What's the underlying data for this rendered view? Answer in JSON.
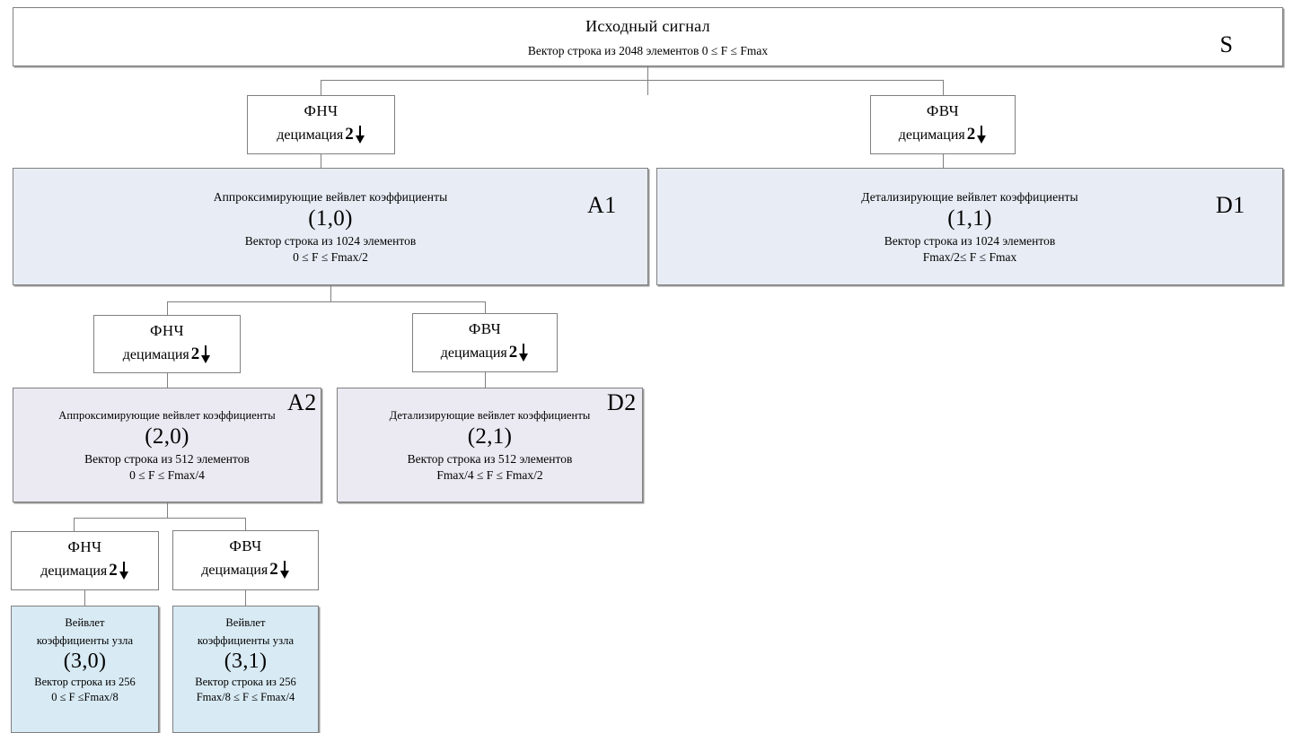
{
  "diagram": {
    "title_root": "Исходный сигнал",
    "nodes": {
      "root": {
        "tag": "S",
        "title": "Исходный сигнал",
        "subtitle": "Вектор строка из 2048 элементов 0 ≤ F ≤ Fmax"
      },
      "a1": {
        "tag": "A1",
        "title": "Аппроксимирующие вейвлет коэффициенты",
        "pair": "(1,0)",
        "vector": "Вектор строка из 1024 элементов",
        "range": "0 ≤ F ≤ Fmax/2"
      },
      "d1": {
        "tag": "D1",
        "title": "Детализирующие вейвлет коэффициенты",
        "pair": "(1,1)",
        "vector": "Вектор строка из 1024 элементов",
        "range": "Fmax/2≤ F ≤ Fmax"
      },
      "a2": {
        "tag": "A2",
        "title": "Аппроксимирующие вейвлет коэффициенты",
        "pair": "(2,0)",
        "vector": "Вектор строка из 512 элементов",
        "range": "0 ≤ F ≤ Fmax/4"
      },
      "d2": {
        "tag": "D2",
        "title": "Детализирующие вейвлет коэффициенты",
        "pair": "(2,1)",
        "vector": "Вектор строка из 512 элементов",
        "range": "Fmax/4 ≤ F ≤ Fmax/2"
      },
      "n30": {
        "title_line1": "Вейвлет",
        "title_line2": "коэффициенты узла",
        "pair": "(3,0)",
        "vector": "Вектор строка из 256",
        "range": "0 ≤ F ≤Fmax/8"
      },
      "n31": {
        "title_line1": "Вейвлет",
        "title_line2": "коэффициенты узла",
        "pair": "(3,1)",
        "vector": "Вектор строка из 256",
        "range": "Fmax/8 ≤ F ≤ Fmax/4"
      }
    },
    "filters": {
      "lp_name": "ФНЧ",
      "hp_name": "ФВЧ",
      "decimation_label": "децимация",
      "decimation_factor": "2",
      "arrow": "↓"
    },
    "colors": {
      "level1_fill": "#e8edf5",
      "level2_fill": "#ebe9f1",
      "level3_fill": "#d8eaf3",
      "border": "#808080",
      "text": "#000000",
      "background": "#ffffff"
    }
  }
}
